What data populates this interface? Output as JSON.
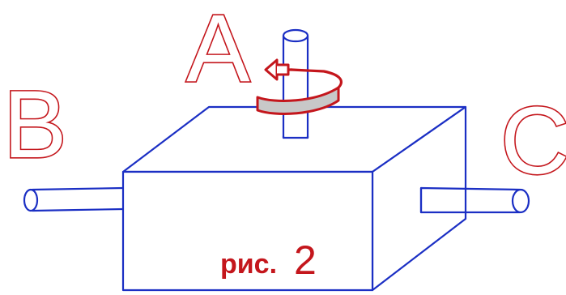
{
  "labels": {
    "top_axis": "A",
    "left_axis": "B",
    "right_axis": "C"
  },
  "caption": {
    "word": "рис.",
    "number": "2"
  },
  "colors": {
    "sketch": "#1b2fc4",
    "label": "#c4161c",
    "arrow_band": "#c8c8c8"
  },
  "icons": {
    "rotation": "curved-rotation-arrow-icon"
  }
}
